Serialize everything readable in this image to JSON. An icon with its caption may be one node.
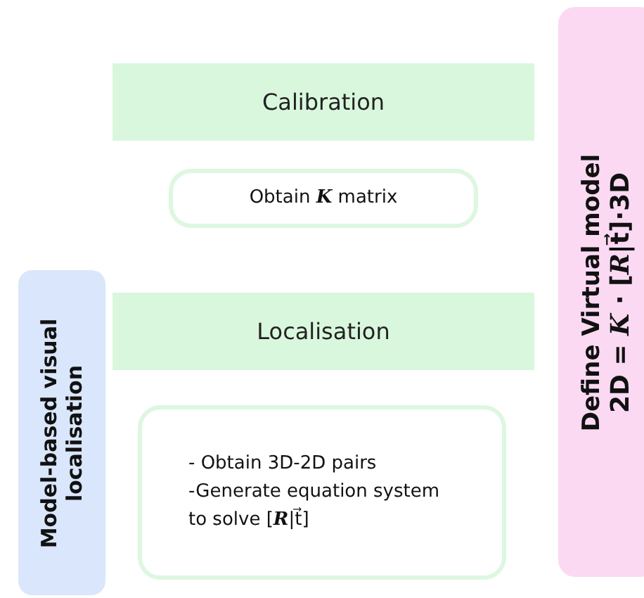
{
  "diagram": {
    "nodes": [
      {
        "text": [
          "Calibration"
        ]
      },
      {
        "text": [
          "Obtain **K** matrix"
        ]
      },
      {
        "text": [
          "Localisation"
        ]
      },
      {
        "text": [
          "- Obtain 3D-2D pairs",
          "-Generate equation system to solve [**R**|t⃗]"
        ]
      },
      {
        "text": [
          "Model-based visual localisation"
        ]
      },
      {
        "text": [
          "Define Virtual model",
          "2D = **K** · [**R**|t⃗]·3D"
        ]
      }
    ]
  }
}
